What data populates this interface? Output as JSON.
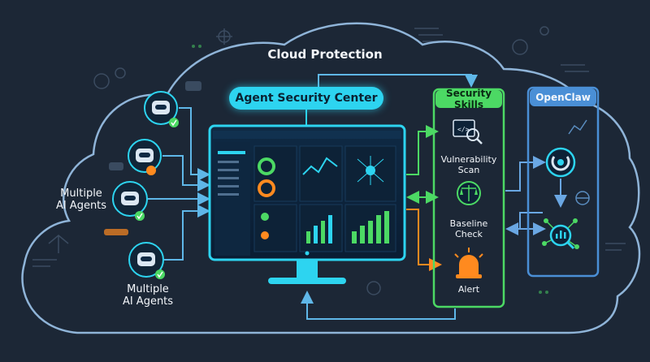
{
  "title": "Cloud Protection",
  "center_label": "Agent Security Center",
  "agents": {
    "label_upper": [
      "Multiple",
      "AI Agents"
    ],
    "label_lower": [
      "Multiple",
      "AI Agents"
    ]
  },
  "skills_panel": {
    "header": "Security Skills",
    "items": [
      {
        "lines": [
          "Vulnerability",
          "Scan"
        ],
        "icon": "code-scan-icon"
      },
      {
        "lines": [
          "Baseline",
          "Check"
        ],
        "icon": "scales-icon"
      },
      {
        "lines": [
          "Alert"
        ],
        "icon": "alarm-siren-icon"
      }
    ]
  },
  "openclaw_panel": {
    "header": "OpenClaw",
    "icons": [
      "openclaw-logo-icon",
      "analytics-magnifier-icon"
    ]
  },
  "colors": {
    "background": "#1c2736",
    "cloud_outline": "#8fb4d8",
    "cyan": "#2dd4f0",
    "green": "#4cd964",
    "orange": "#ff8a1f",
    "blue_panel": "#4a8fd6"
  }
}
